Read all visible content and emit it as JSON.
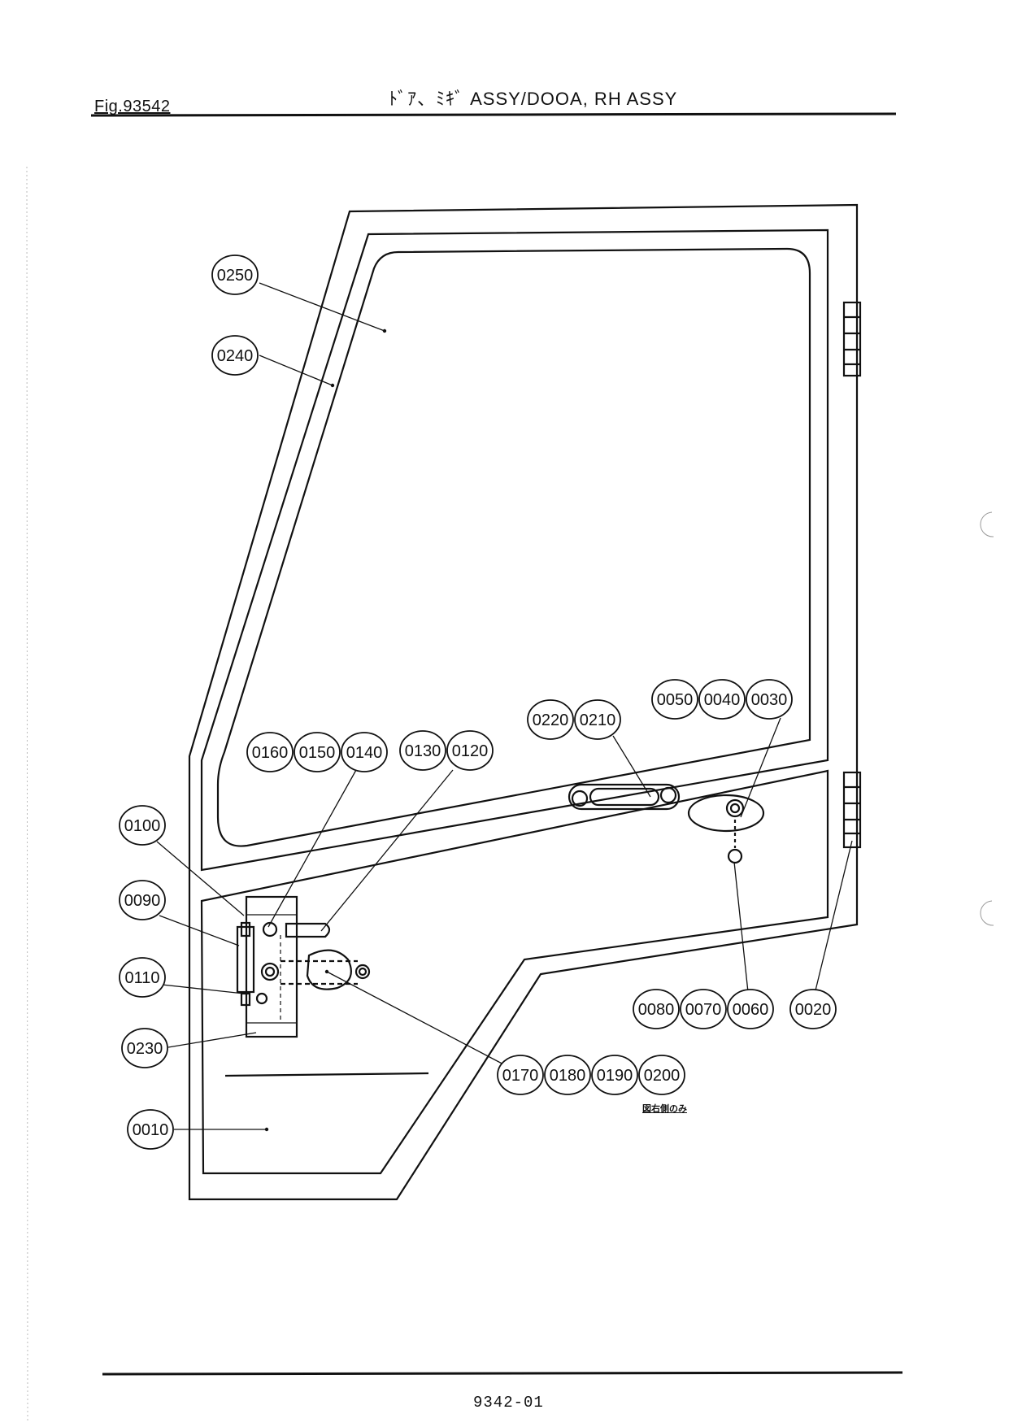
{
  "header": {
    "fig_label": "Fig.93542",
    "title": "ﾄﾞｱ、ﾐｷﾞ ASSY/DOOA, RH ASSY"
  },
  "footer": {
    "page_number": "9342-01"
  },
  "note": "図右側のみ",
  "callouts": {
    "c0250": "0250",
    "c0240": "0240",
    "c0050": "0050",
    "c0040": "0040",
    "c0030": "0030",
    "c0220": "0220",
    "c0210": "0210",
    "c0160": "0160",
    "c0150": "0150",
    "c0140": "0140",
    "c0130": "0130",
    "c0120": "0120",
    "c0100": "0100",
    "c0090": "0090",
    "c0110": "0110",
    "c0230": "0230",
    "c0010": "0010",
    "c0080": "0080",
    "c0070": "0070",
    "c0060": "0060",
    "c0020": "0020",
    "c0170": "0170",
    "c0180": "0180",
    "c0190": "0190",
    "c0200": "0200"
  }
}
